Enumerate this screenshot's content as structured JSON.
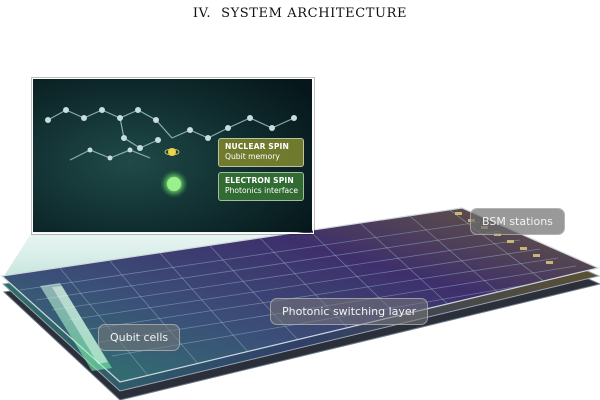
{
  "heading": {
    "number": "IV.",
    "title": "SYSTEM ARCHITECTURE"
  },
  "chip_labels": {
    "bsm_stations": "BSM stations",
    "switching_layer": "Photonic switching layer",
    "qubit_cells": "Qubit cells"
  },
  "inset": {
    "nuclear_spin": {
      "title": "NUCLEAR SPIN",
      "subtitle": "Qubit memory",
      "color": "#76802e"
    },
    "electron_spin": {
      "title": "ELECTRON SPIN",
      "subtitle": "Photonics interface",
      "color": "#347034"
    }
  },
  "colors": {
    "chip_purple": "#3a2f6e",
    "chip_teal": "#2f6f6a",
    "chip_gold": "#8d7a3a",
    "qubit_glow": "#7dffb0",
    "inset_bg": "#0f2a2c"
  }
}
